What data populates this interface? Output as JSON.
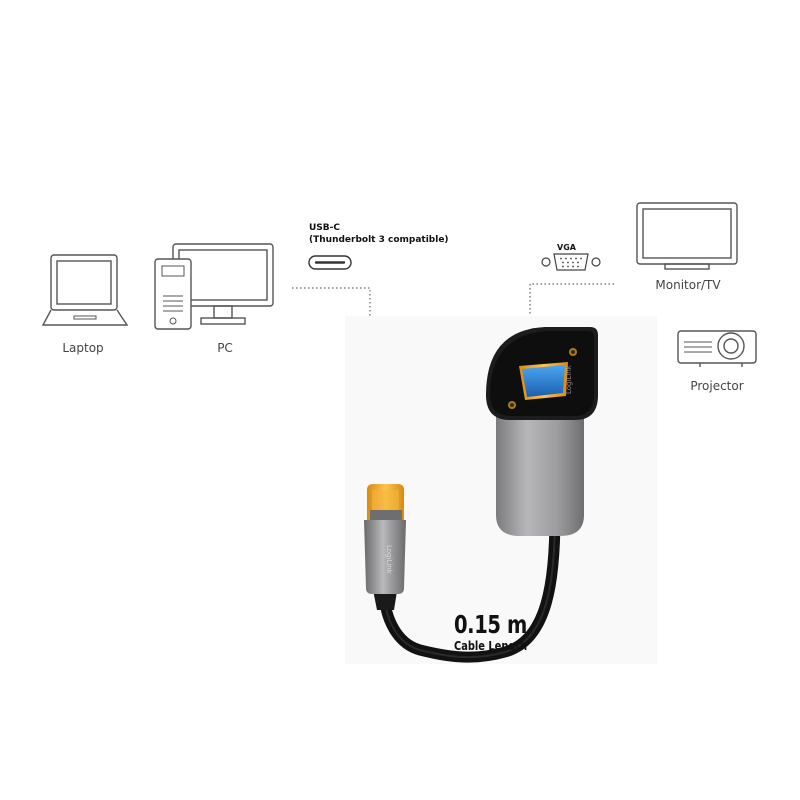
{
  "devices": {
    "laptop": {
      "label": "Laptop",
      "icon": "laptop-icon"
    },
    "pc": {
      "label": "PC",
      "icon": "desktop-pc-icon"
    },
    "monitor": {
      "label": "Monitor/TV",
      "icon": "monitor-icon"
    },
    "projector": {
      "label": "Projector",
      "icon": "projector-icon"
    }
  },
  "ports": {
    "usbc": {
      "title": "USB-C",
      "subtitle": "(Thunderbolt 3 compatible)",
      "icon": "usb-c-port-icon"
    },
    "vga": {
      "title": "VGA",
      "icon": "vga-port-icon"
    }
  },
  "cable": {
    "length": "0.15 m",
    "caption": "Cable Length"
  },
  "brand_mark": "LogiLink",
  "colors": {
    "line": "#666666",
    "connector_gold": "#f0a830",
    "vga_blue": "#2a7fd0",
    "housing_gray": "#9a9a9c",
    "cable_black": "#111111"
  }
}
